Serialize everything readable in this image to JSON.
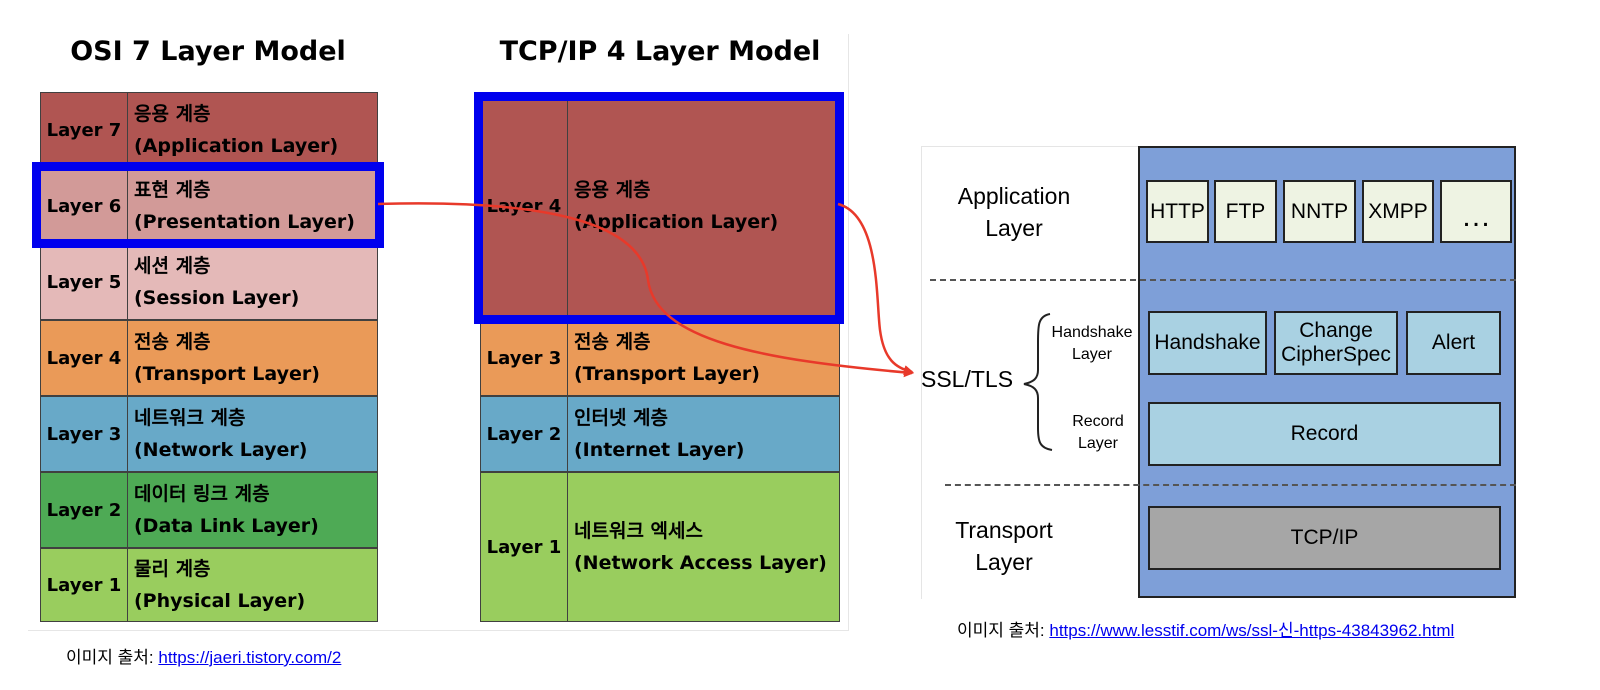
{
  "osi": {
    "title": "OSI 7 Layer Model",
    "layers": [
      {
        "num": "Layer 7",
        "ko": "응용 계층",
        "en": "(Application Layer)",
        "color": "#b05552"
      },
      {
        "num": "Layer 6",
        "ko": "표현 계층",
        "en": "(Presentation Layer)",
        "color": "#d29a98"
      },
      {
        "num": "Layer 5",
        "ko": "세션 계층",
        "en": "(Session Layer)",
        "color": "#e4b9b8"
      },
      {
        "num": "Layer 4",
        "ko": "전송 계층",
        "en": "(Transport Layer)",
        "color": "#ea9a58"
      },
      {
        "num": "Layer 3",
        "ko": "네트워크 계층",
        "en": "(Network Layer)",
        "color": "#68a9c8"
      },
      {
        "num": "Layer 2",
        "ko": "데이터 링크 계층",
        "en": "(Data Link Layer)",
        "color": "#4eaa55"
      },
      {
        "num": "Layer 1",
        "ko": "물리 계층",
        "en": "(Physical Layer)",
        "color": "#99cd5e"
      }
    ]
  },
  "tcpip": {
    "title": "TCP/IP 4 Layer Model",
    "layers": [
      {
        "num": "Layer 4",
        "ko": "응용 계층",
        "en": "(Application Layer)",
        "color": "#b05552"
      },
      {
        "num": "Layer 3",
        "ko": "전송 계층",
        "en": "(Transport Layer)",
        "color": "#ea9a58"
      },
      {
        "num": "Layer 2",
        "ko": "인터넷 계층",
        "en": "(Internet Layer)",
        "color": "#68a9c8"
      },
      {
        "num": "Layer 1",
        "ko": "네트워크 엑세스",
        "en": "(Network Access Layer)",
        "color": "#99cd5e"
      }
    ]
  },
  "left_source": {
    "prefix": "이미지 출처: ",
    "link": "https://jaeri.tistory.com/2"
  },
  "ssl": {
    "application_layer": [
      "Application",
      "Layer"
    ],
    "ssl_tls": "SSL/TLS",
    "handshake_layer": [
      "Handshake",
      "Layer"
    ],
    "record_layer": [
      "Record",
      "Layer"
    ],
    "transport_layer": [
      "Transport",
      "Layer"
    ],
    "protocols": [
      "HTTP",
      "FTP",
      "NNTP",
      "XMPP",
      "…"
    ],
    "handshake": "Handshake",
    "change_cipher": [
      "Change",
      "CipherSpec"
    ],
    "alert": "Alert",
    "record": "Record",
    "tcpip": "TCP/IP"
  },
  "right_source": {
    "prefix": "이미지 출처: ",
    "link": "https://www.lesstif.com/ws/ssl-신-https-43843962.html"
  },
  "colors": {
    "highlight": "#0000ee",
    "arrow": "#e8392a",
    "stack_bg": "#7e9fd8"
  }
}
